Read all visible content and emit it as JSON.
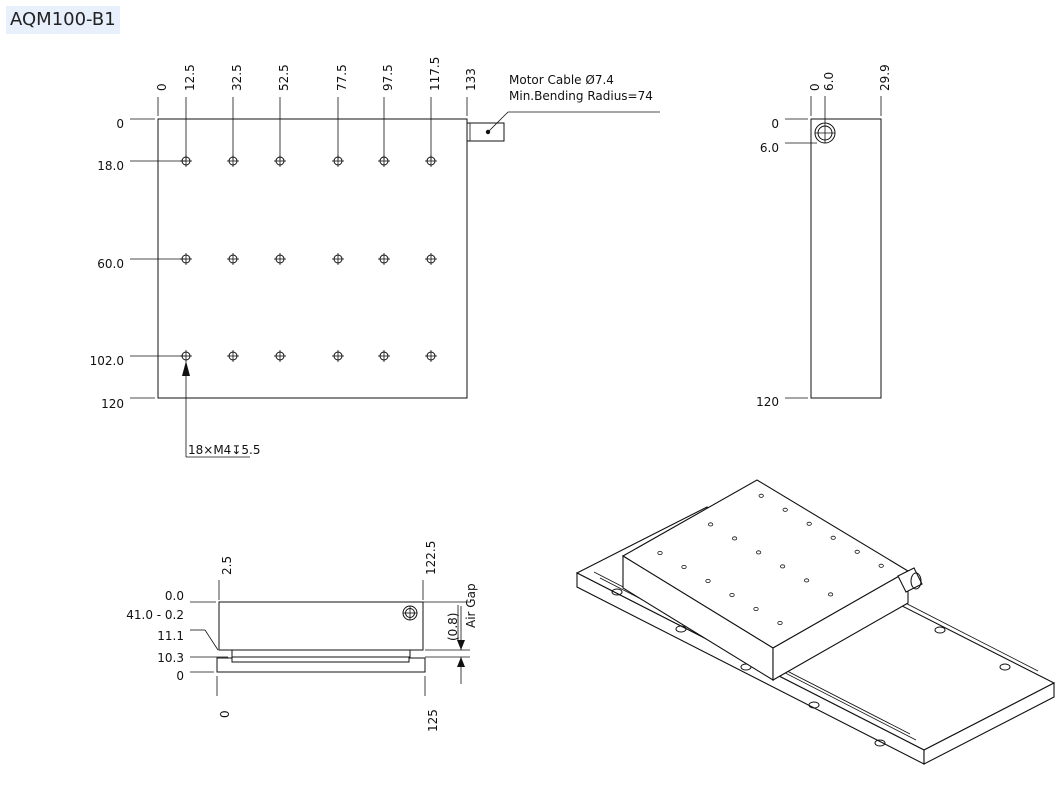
{
  "model": "AQM100-B1",
  "top_view": {
    "x_ticks": [
      "0",
      "12.5",
      "32.5",
      "52.5",
      "77.5",
      "97.5",
      "117.5",
      "133"
    ],
    "y_ticks": [
      "0",
      "18.0",
      "60.0",
      "102.0",
      "120"
    ],
    "cable_note_line1": "Motor Cable Ø7.4",
    "cable_note_line2": "Min.Bending Radius=74",
    "hole_callout": "18×M4↧5.5"
  },
  "side_view": {
    "x_ticks": [
      "0",
      "6.0",
      "29.9"
    ],
    "y_ticks": [
      "0",
      "6.0",
      "120"
    ]
  },
  "front_view": {
    "top_ticks": [
      "2.5",
      "122.5"
    ],
    "bottom_ticks": [
      "0",
      "125"
    ],
    "height_labels": [
      "0.0",
      "41.0 - 0.2",
      "11.1",
      "10.3",
      "0"
    ],
    "gap_value": "(0.8)",
    "gap_label": "Air Gap"
  }
}
